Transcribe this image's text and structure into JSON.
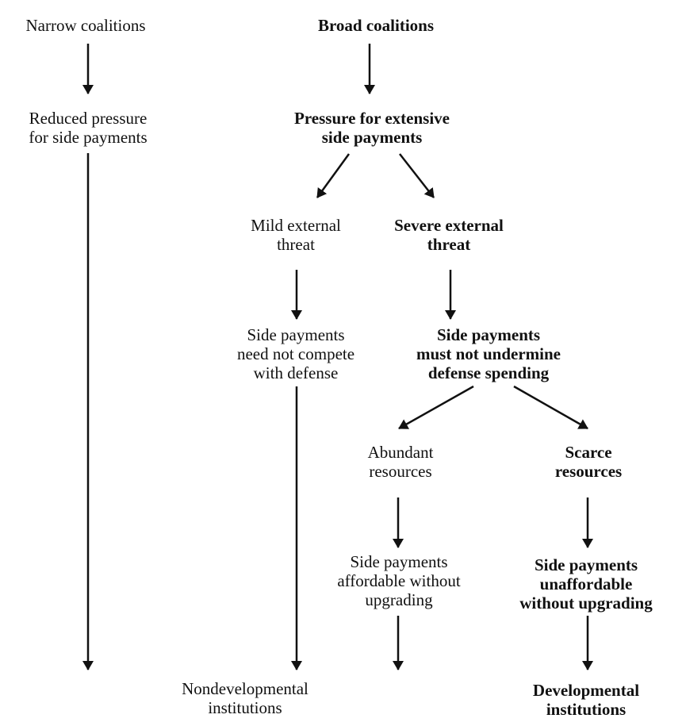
{
  "nodes": {
    "narrow_coalitions": [
      "Narrow coalitions"
    ],
    "broad_coalitions": [
      "Broad coalitions"
    ],
    "reduced_pressure": [
      "Reduced pressure",
      "for side payments"
    ],
    "pressure_extensive": [
      "Pressure for extensive",
      "side payments"
    ],
    "mild_threat": [
      "Mild external",
      "threat"
    ],
    "severe_threat": [
      "Severe external",
      "threat"
    ],
    "need_not_compete": [
      "Side payments",
      "need not compete",
      "with defense"
    ],
    "must_not_undermine": [
      "Side payments",
      "must not undermine",
      "defense spending"
    ],
    "abundant_resources": [
      "Abundant",
      "resources"
    ],
    "scarce_resources": [
      "Scarce",
      "resources"
    ],
    "affordable": [
      "Side payments",
      "affordable without",
      "upgrading"
    ],
    "unaffordable": [
      "Side payments",
      "unaffordable",
      "without upgrading"
    ],
    "nondevelopmental": [
      "Nondevelopmental",
      "institutions"
    ],
    "developmental": [
      "Developmental",
      "institutions"
    ]
  },
  "colors": {
    "ink": "#111111",
    "background": "#ffffff"
  }
}
